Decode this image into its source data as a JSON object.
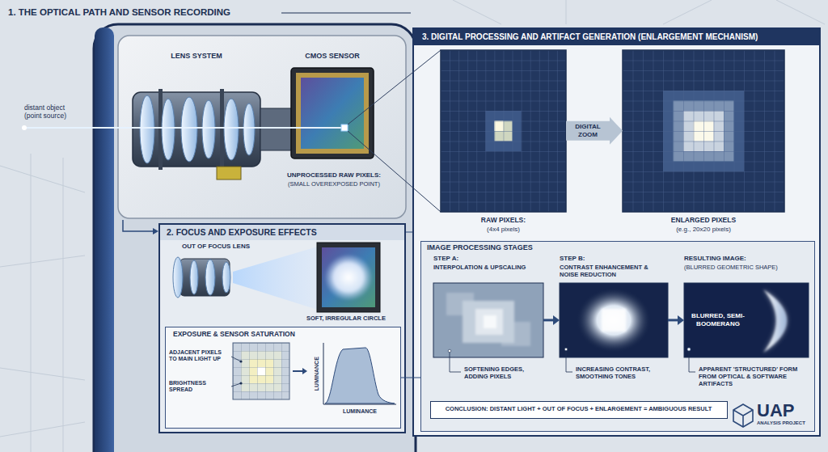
{
  "diagram": {
    "nodes": [
      {
        "text": [
          "2. FOCUS AND EXPOSURE EFFECTS"
        ]
      },
      {
        "text": [
          "EXPOSURE & SENSOR SATURATION"
        ],
        "in": 0
      },
      {
        "text": [
          "3. DIGITAL PROCESSING AND ARTIFACT GENERATION (ENLARGEMENT MECHANISM)"
        ]
      },
      {
        "text": [
          "RAW PIXELS:",
          "(4x4 pixels)"
        ],
        "in": 2
      },
      {
        "text": [
          "ENLARGED PIXELS",
          "(e.g., 20x20 pixels)"
        ],
        "in": 2
      },
      {
        "text": [
          "IMAGE PROCESSING STAGES"
        ],
        "in": 2
      },
      {
        "text": [
          "STEP A:",
          "INTERPOLATION & UPSCALING"
        ],
        "in": 5
      },
      {
        "text": [
          "STEP B:",
          "CONTRAST ENHANCEMENT & NOISE REDUCTION"
        ],
        "in": 5
      },
      {
        "text": [
          "RESULTING IMAGE:",
          "(BLURRED GEOMETRIC SHAPE)",
          "BLURRED, SEMI-BOOMERANG"
        ],
        "in": 5
      },
      {
        "text": [
          "CONCLUSION: DISTANT LIGHT + OUT OF FOCUS + ENLARGEMENT = AMBIGUOUS RESULT"
        ],
        "in": 5
      }
    ],
    "edges": [
      {
        "from": 3,
        "to": 4,
        "arrow": "to",
        "label": "DIGITAL ZOOM"
      },
      {
        "from": 6,
        "to": 7,
        "arrow": "to"
      },
      {
        "from": 7,
        "to": 8,
        "arrow": "to"
      }
    ],
    "labels": [
      "1. THE OPTICAL PATH AND SENSOR RECORDING",
      "LENS SYSTEM",
      "CMOS SENSOR",
      "distant object (point source)",
      "UNPROCESSED RAW PIXELS:",
      "(SMALL OVEREXPOSED POINT)",
      "OUT OF FOCUS LENS",
      "SOFT, IRREGULAR CIRCLE",
      "ADJACENT PIXELS TO MAIN LIGHT UP",
      "BRIGHTNESS SPREAD",
      "LUMINANCE",
      "LUMINANCE",
      "SOFTENING EDGES, ADDING PIXELS",
      "INCREASING CONTRAST, SMOOTHING TONES",
      "APPARENT 'STRUCTURED' FORM FROM OPTICAL & SOFTWARE ARTIFACTS",
      "UAP",
      "ANALYSIS PROJECT"
    ]
  }
}
